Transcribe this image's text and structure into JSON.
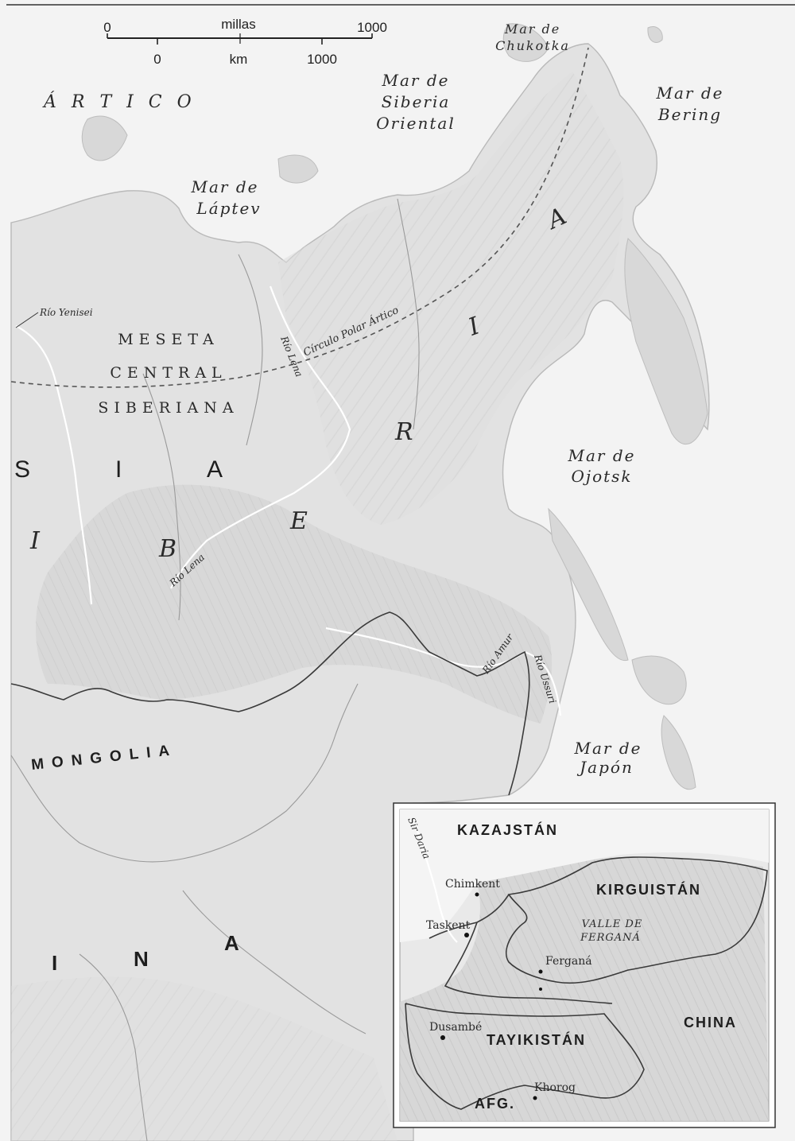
{
  "scale": {
    "miles_label": "millas",
    "miles_start": "0",
    "miles_end": "1000",
    "km_label": "km",
    "km_start": "0",
    "km_end": "1000"
  },
  "labels": {
    "artico": "Á R T I C O",
    "mar_chukotka_1": "Mar de",
    "mar_chukotka_2": "Chukotka",
    "mar_siberia_1": "Mar de",
    "mar_siberia_2": "Siberia",
    "mar_siberia_3": "Oriental",
    "mar_bering_1": "Mar de",
    "mar_bering_2": "Bering",
    "mar_laptev_1": "Mar de",
    "mar_laptev_2": "Láptev",
    "mar_ojotsk_1": "Mar de",
    "mar_ojotsk_2": "Ojotsk",
    "mar_japon_1": "Mar de",
    "mar_japon_2": "Japón",
    "rio_yenisei": "Río Yenisei",
    "rio_lena_north": "Río Lena",
    "rio_lena_south": "Río Lena",
    "rio_amur": "Río Amur",
    "rio_ussuri": "Río Ussuri",
    "circulo_polar": "Círculo Polar Ártico",
    "meseta_1": "MESETA",
    "meseta_2": "CENTRAL",
    "meseta_3": "SIBERIANA",
    "asia_s": "S",
    "asia_i": "I",
    "asia_a": "A",
    "siberia_i": "I",
    "siberia_b": "B",
    "siberia_e": "E",
    "siberia_r": "R",
    "siberia_i2": "I",
    "siberia_a": "A",
    "mongolia": "MONGOLIA",
    "china_i": "I",
    "china_n": "N",
    "china_a": "A"
  },
  "inset": {
    "kazajstan": "KAZAJSTÁN",
    "kirguistan": "KIRGUISTÁN",
    "china": "CHINA",
    "tayikistan": "TAYIKISTÁN",
    "afg": "AFG.",
    "sir_daria": "Sir Daria",
    "valle_1": "VALLE DE",
    "valle_2": "FERGANÁ",
    "chimkent": "Chimkent",
    "taskent": "Taskent",
    "fergana": "Ferganá",
    "dusambe": "Dusambé",
    "khorog": "Khorog"
  }
}
